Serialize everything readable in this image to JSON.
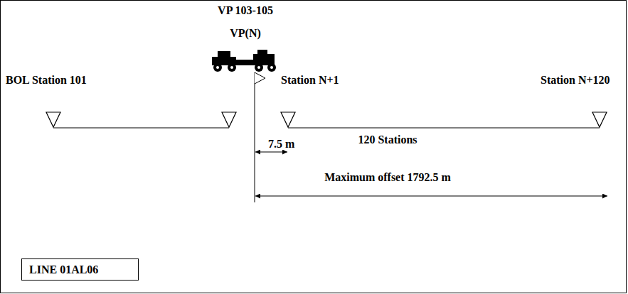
{
  "diagram": {
    "nodes": [
      {
        "text": [
          "LINE 01AL06"
        ]
      }
    ],
    "labels": [
      "VP 103-105",
      "VP(N)",
      "BOL Station 101",
      "Station N+1",
      "Station N+120",
      "120 Stations",
      "7.5 m",
      "Maximum offset 1792.5 m"
    ]
  }
}
